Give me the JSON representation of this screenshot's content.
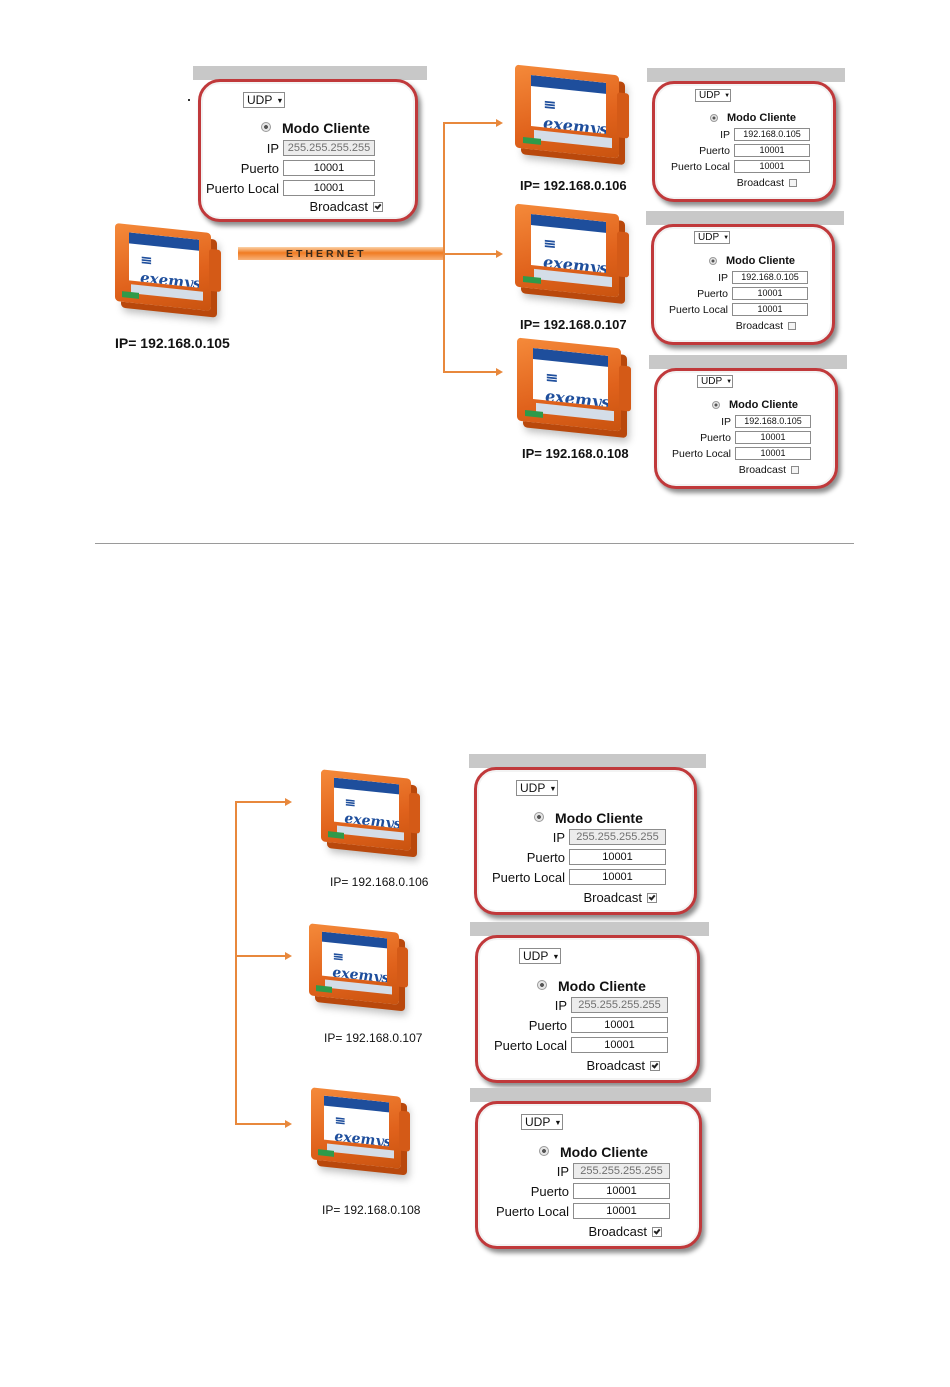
{
  "ethernet_label": "ETHERNET",
  "colors": {
    "panel_border": "#c0393b",
    "connector": "#e8883c",
    "device": "#f07b22"
  },
  "top_diagram": {
    "server_device": {
      "ip": "IP= 192.168.0.105",
      "logo": "exemys"
    },
    "server_panel": {
      "mode_select": "UDP",
      "mode": "Modo Cliente",
      "ip_label": "IP",
      "ip": "255.255.255.255",
      "port_label": "Puerto",
      "port": "10001",
      "local_port_label": "Puerto Local",
      "local_port": "10001",
      "broadcast_label": "Broadcast",
      "broadcast_checked": true
    },
    "clients": [
      {
        "ip": "IP= 192.168.0.106",
        "logo": "exemys",
        "panel": {
          "mode_select": "UDP",
          "mode": "Modo Cliente",
          "ip_label": "IP",
          "ip": "192.168.0.105",
          "port_label": "Puerto",
          "port": "10001",
          "local_port_label": "Puerto Local",
          "local_port": "10001",
          "broadcast_label": "Broadcast",
          "broadcast_checked": false
        }
      },
      {
        "ip": "IP= 192.168.0.107",
        "logo": "exemys",
        "panel": {
          "mode_select": "UDP",
          "mode": "Modo Cliente",
          "ip_label": "IP",
          "ip": "192.168.0.105",
          "port_label": "Puerto",
          "port": "10001",
          "local_port_label": "Puerto Local",
          "local_port": "10001",
          "broadcast_label": "Broadcast",
          "broadcast_checked": false
        }
      },
      {
        "ip": "IP= 192.168.0.108",
        "logo": "exemys",
        "panel": {
          "mode_select": "UDP",
          "mode": "Modo Cliente",
          "ip_label": "IP",
          "ip": "192.168.0.105",
          "port_label": "Puerto",
          "port": "10001",
          "local_port_label": "Puerto Local",
          "local_port": "10001",
          "broadcast_label": "Broadcast",
          "broadcast_checked": false
        }
      }
    ]
  },
  "bottom_diagram": {
    "clients": [
      {
        "ip": "IP= 192.168.0.106",
        "logo": "exemys",
        "panel": {
          "mode_select": "UDP",
          "mode": "Modo Cliente",
          "ip_label": "IP",
          "ip": "255.255.255.255",
          "port_label": "Puerto",
          "port": "10001",
          "local_port_label": "Puerto Local",
          "local_port": "10001",
          "broadcast_label": "Broadcast",
          "broadcast_checked": true
        }
      },
      {
        "ip": "IP= 192.168.0.107",
        "logo": "exemys",
        "panel": {
          "mode_select": "UDP",
          "mode": "Modo Cliente",
          "ip_label": "IP",
          "ip": "255.255.255.255",
          "port_label": "Puerto",
          "port": "10001",
          "local_port_label": "Puerto Local",
          "local_port": "10001",
          "broadcast_label": "Broadcast",
          "broadcast_checked": true
        }
      },
      {
        "ip": "IP= 192.168.0.108",
        "logo": "exemys",
        "panel": {
          "mode_select": "UDP",
          "mode": "Modo Cliente",
          "ip_label": "IP",
          "ip": "255.255.255.255",
          "port_label": "Puerto",
          "port": "10001",
          "local_port_label": "Puerto Local",
          "local_port": "10001",
          "broadcast_label": "Broadcast",
          "broadcast_checked": true
        }
      }
    ]
  }
}
